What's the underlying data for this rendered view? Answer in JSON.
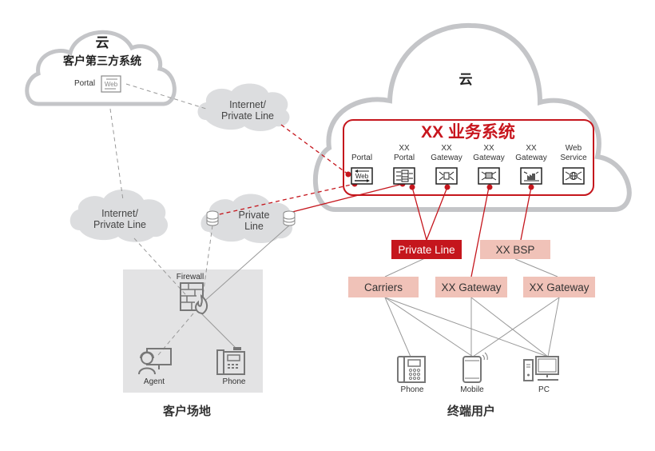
{
  "third_party_cloud": {
    "title": "云",
    "subtitle": "客户第三方系统",
    "portal_label": "Portal",
    "web_icon_text": "Web"
  },
  "main_cloud": {
    "title": "云",
    "system_title": "XX 业务系统",
    "components": [
      {
        "line1": "",
        "line2": "Portal",
        "icon": "web-portal-icon",
        "icon_text": "Web"
      },
      {
        "line1": "XX",
        "line2": "Portal",
        "icon": "firewall-portal-icon"
      },
      {
        "line1": "XX",
        "line2": "Gateway",
        "icon": "gateway-icon"
      },
      {
        "line1": "XX",
        "line2": "Gateway",
        "icon": "gateway-mail-icon"
      },
      {
        "line1": "XX",
        "line2": "Gateway",
        "icon": "gateway-factory-icon"
      },
      {
        "line1": "Web",
        "line2": "Service",
        "icon": "web-service-globe-icon"
      }
    ]
  },
  "networks": {
    "top_link": {
      "line1": "Internet/",
      "line2": "Private Line"
    },
    "left_link": {
      "line1": "Internet/",
      "line2": "Private Line"
    },
    "private_line": {
      "line1": "Private",
      "line2": "Line"
    }
  },
  "customer_site": {
    "caption": "客户场地",
    "firewall_label": "Firewall",
    "agent_label": "Agent",
    "phone_label": "Phone"
  },
  "carrier_boxes": {
    "private_line": "Private Line",
    "bsp": "XX BSP",
    "carriers": "Carriers",
    "gateway_a": "XX Gateway",
    "gateway_b": "XX Gateway"
  },
  "end_users": {
    "caption": "终端用户",
    "phone_label": "Phone",
    "mobile_label": "Mobile",
    "pc_label": "PC"
  },
  "colors": {
    "accent_red": "#c5161d",
    "pink_box": "#f0c2b8",
    "cloud_outline": "#c4c5c8",
    "small_cloud_fill": "#dcdddf",
    "site_bg": "#e3e3e4"
  }
}
